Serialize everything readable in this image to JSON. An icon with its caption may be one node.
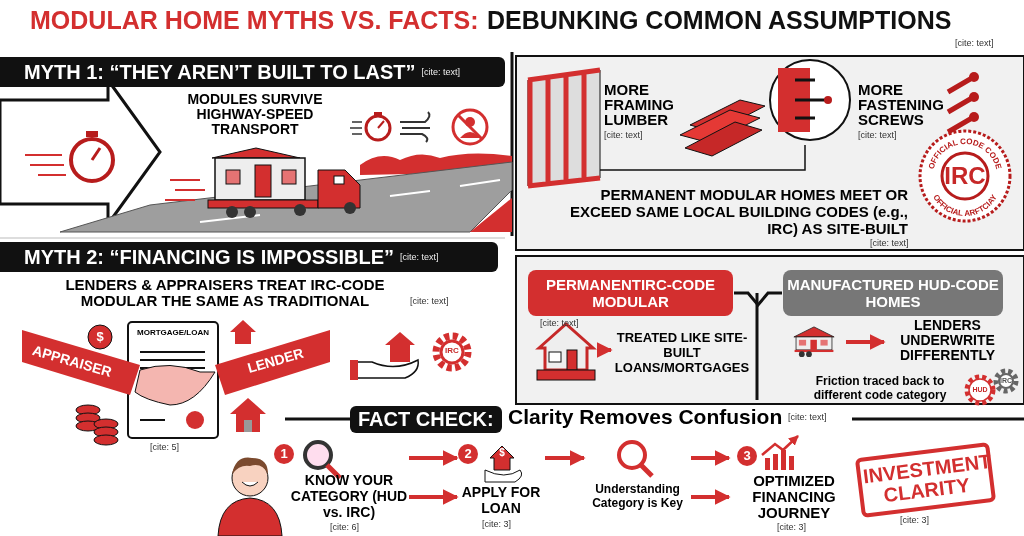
{
  "diagram": {
    "nodes": [
      {
        "text": [
          "PERMANENTIRC-CODE MODULAR"
        ],
        "beside": [
          "[cite: text]"
        ]
      },
      {
        "text": [
          "MANUFACTURED HUD-CODE HOMES"
        ]
      },
      {
        "text": [],
        "shape": "picture"
      },
      {
        "text": [
          "TREATED LIKE SITE-BUILT LOANS/MORTGAGES"
        ]
      },
      {
        "text": [],
        "shape": "picture"
      },
      {
        "text": [
          "LENDERS UNDERWRITE DIFFERENTLY"
        ]
      },
      {
        "text": [
          "KNOW YOUR CATEGORY (HUD vs. IRC)"
        ],
        "beside": [
          "[cite: 6]"
        ]
      },
      {
        "text": [
          "APPLY FOR LOAN"
        ],
        "beside": [
          "[cite: 3]"
        ]
      },
      {
        "text": [
          "Understanding Category is Key"
        ]
      },
      {
        "text": [
          "OPTIMIZED FINANCING JOURNEY"
        ],
        "beside": [
          "[cite: 3]"
        ]
      },
      {
        "text": [
          "INVESTMENT CLARITY"
        ],
        "beside": [
          "[cite: 3]"
        ]
      }
    ],
    "edges": [
      {
        "from": 0,
        "to": 1,
        "arrow": "none",
        "color": "#111111"
      },
      {
        "from": 2,
        "to": 3,
        "arrow": "to"
      },
      {
        "from": 4,
        "to": 5,
        "arrow": "to"
      },
      {
        "from": 6,
        "to": 7,
        "arrow": "to"
      },
      {
        "from": 6,
        "to": 7,
        "arrow": "to"
      },
      {
        "from": 7,
        "to": 8,
        "arrow": "to"
      },
      {
        "from": 8,
        "to": 9,
        "arrow": "to"
      },
      {
        "from": 8,
        "to": 9,
        "arrow": "to"
      }
    ],
    "labels": [
      "MODULAR HOME MYTHS VS. FACTS:",
      "DEBUNKING COMMON ASSUMPTIONS",
      "[cite: text]",
      "MYTH 1: “THEY AREN’T BUILT TO LAST”",
      "[cite: text]",
      "MODULES SURVIVE HIGHWAY-SPEED TRANSPORT",
      "MORE FRAMING LUMBER",
      "[cite: text]",
      "MORE FASTENING SCREWS",
      "[cite: text]",
      "OFFICIAL CODE CODE",
      "IRC",
      "OFFICIAL ARFTCIAY",
      "PERMANENT MODULAR HOMES MEET OR EXCEED SAME LOCAL BUILDING CODES (e.g., IRC) AS SITE-BUILT",
      "[cite: text]",
      "MYTH 2: “FINANCING IS IMPOSSIBLE”",
      "[cite: text]",
      "LENDERS & APPRAISERS TREAT IRC-CODE MODULAR THE SAME AS TRADITIONAL",
      "[cite: text]",
      "MORTGAGE/LOAN",
      "APPRAISER",
      "LENDER",
      "IRC",
      "[cite: 5]",
      "Friction traced back to different code category",
      "HUD",
      "IRC",
      "FACT CHECK:",
      "Clarity Removes Confusion",
      "[cite: text]",
      "1",
      "2",
      "3",
      "$",
      "$"
    ]
  }
}
